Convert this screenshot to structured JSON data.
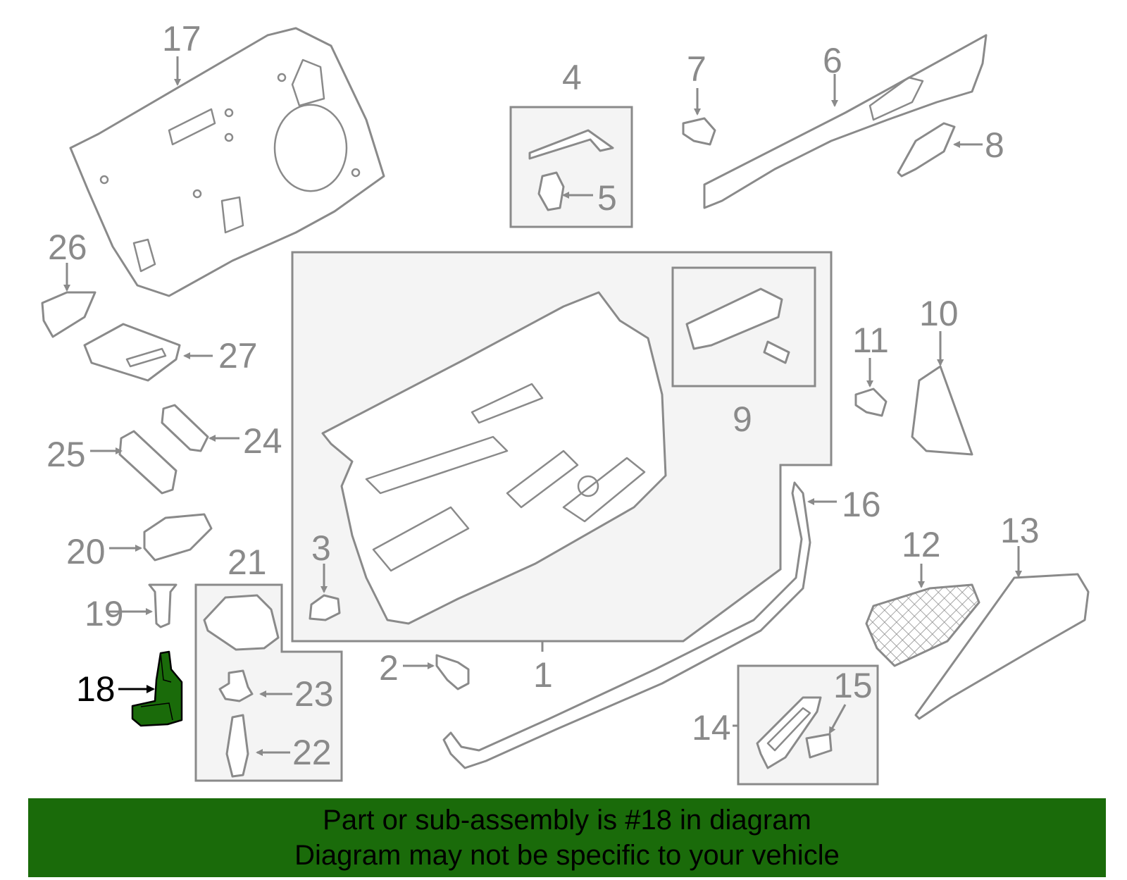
{
  "labels": {
    "p1": "1",
    "p2": "2",
    "p3": "3",
    "p4": "4",
    "p5": "5",
    "p6": "6",
    "p7": "7",
    "p8": "8",
    "p9": "9",
    "p10": "10",
    "p11": "11",
    "p12": "12",
    "p13": "13",
    "p14": "14",
    "p15": "15",
    "p16": "16",
    "p17": "17",
    "p18": "18",
    "p19": "19",
    "p20": "20",
    "p21": "21",
    "p22": "22",
    "p23": "23",
    "p24": "24",
    "p25": "25",
    "p26": "26",
    "p27": "27"
  },
  "highlight": {
    "part": "18",
    "color": "#1a6b0a"
  },
  "banner": {
    "line1": "Part or sub-assembly is #18 in diagram",
    "line2": "Diagram may not be specific to your vehicle",
    "background": "#1a6b0a"
  }
}
